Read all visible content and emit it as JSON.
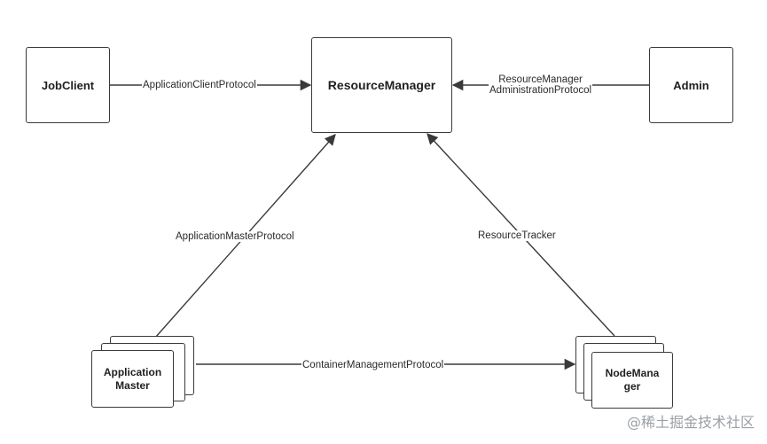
{
  "nodes": {
    "jobclient": "JobClient",
    "resource_manager": "ResourceManager",
    "admin": "Admin",
    "application_master": [
      "Application",
      "Master"
    ],
    "node_manager": [
      "NodeMana",
      "ger"
    ]
  },
  "edges": {
    "client_protocol": "ApplicationClientProtocol",
    "admin_protocol": [
      "ResourceManager",
      "AdministrationProtocol"
    ],
    "master_protocol": "ApplicationMasterProtocol",
    "resource_tracker": "ResourceTracker",
    "container_protocol": "ContainerManagementProtocol"
  },
  "watermark": "@稀土掘金技术社区"
}
